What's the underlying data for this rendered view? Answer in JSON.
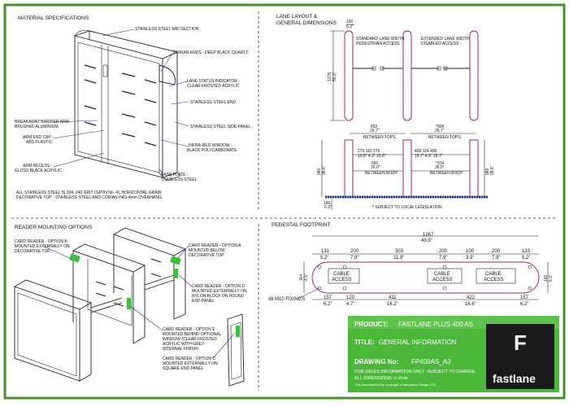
{
  "material_specs": {
    "heading": "MATERIAL SPECIFICATIONS",
    "labels": [
      "STAINLESS STEEL MID SECTION",
      "CORIAN ENDS - DEEP BLACK QUARTZ",
      "LANE STATUS INDICATOR -",
      "CLEAR FROSTED ACRYLIC",
      "STAINLESS STEEL END",
      "STAINLESS STEEL SIDE PANEL",
      "INFRA-RED WINDOW -",
      "BLACK POLYCARBONATE",
      "BASE PLATE -",
      "STAINLESS STEEL",
      "BREAKAWAY BARRIER ARM-",
      "BRUSHED ALUMINIUM",
      "ARM END CAP -",
      "ABS PLASTIC",
      "ARM RECESS -",
      "GLOSS BLACK ACRYLIC"
    ],
    "note": [
      "ALL STAINLESS STEEL IS 304, 240 GRIT (SATIN No. 4), HORIZONTAL GRAIN",
      "DECORATIVE TOP - STAINLESS STEEL AND CORIAN HAS 4mm OVERHANG",
      ""
    ]
  },
  "lane_layout": {
    "heading": [
      "LANE LAYOUT &",
      "GENERAL DIMENSIONS"
    ],
    "standard_lane": [
      "STANDARD LANE WIDTH",
      "PEDESTRIAN ACCESS"
    ],
    "extended_lane": [
      "EXTENDED LANE WIDTH",
      "DISABLED ACCESS"
    ],
    "between_tops": "BETWEEN TOPS",
    "between_body": "BETWEEN BODY",
    "note": "* SUBJECT TO LOCAL LEGISLATION",
    "dims": {
      "end_width_mm": "160",
      "end_width_in": "6.3\"",
      "length_mm": "1275",
      "length_in": "50.2\"",
      "tops_std_mm": "652",
      "tops_std_in": "25.7\"",
      "tops_ext_mm": "*906",
      "tops_ext_in": "35.7\"",
      "std_split_mm": "275  110  275",
      "std_split_in": "10.8\"  4.3\"  10.8\"",
      "ext_split_mm": "400   114   400",
      "ext_split_in": "15.7\"   4.5\"   15.7\"",
      "body_std_mm": "660",
      "body_std_in": "26.0\"",
      "body_ext_mm": "*914",
      "body_ext_in": "36.0\"",
      "height_mm": "980",
      "height_in": "38.6\"",
      "depth_mm": "160",
      "depth_in": "6.3\""
    }
  },
  "reader_mounting": {
    "heading": "READER MOUNTING OPTIONS",
    "option_b": [
      "CARD READER - OPTION B",
      "MOUNTED EXTERNALLY ON",
      "DECORATIVE TOP"
    ],
    "option_a": [
      "CARD READER - OPTION A",
      "MOUNTED BELOW",
      "DECORATIVE TOP"
    ],
    "option_d": [
      "CARD READER - OPTION D",
      "MOUNTED EXTERNALLY ON",
      "NYLON BLOCK ON ROUND",
      "END PANEL"
    ],
    "option_e": [
      "CARD READER - OPTION E",
      "MOUNTED BEHIND OPTIONAL",
      "WINDOW (CLEAR FROSTED",
      "ACRYLIC WITH GREY",
      "INTERNAL FINISH)"
    ],
    "option_c": [
      "CARD READER - OPTION C",
      "MOUNTED EXTERNALLY ON",
      "SQUARE END PANEL"
    ]
  },
  "pedestal": {
    "heading": "PEDESTAL FOOTPRINT",
    "overall_mm": "1267",
    "overall_in": "49.9\"",
    "top_dims": [
      {
        "mm": "131",
        "in": "5.2\""
      },
      {
        "mm": "200",
        "in": "7.9\""
      },
      {
        "mm": "303",
        "in": "11.9\""
      },
      {
        "mm": "200",
        "in": "7.9\""
      },
      {
        "mm": "100",
        "in": "3.9\""
      },
      {
        "mm": "200",
        "in": "7.9\""
      },
      {
        "mm": "133",
        "in": "5.2\""
      }
    ],
    "bottom_dims": [
      {
        "mm": "157",
        "in": "6.2\""
      },
      {
        "mm": "120",
        "in": "4.7\""
      },
      {
        "mm": "411",
        "in": "16.2\""
      },
      {
        "mm": "422",
        "in": "16.6\""
      },
      {
        "mm": "157",
        "in": "6.2\""
      }
    ],
    "side_left": {
      "mm": "114",
      "in": "4.5\""
    },
    "side_right": {
      "mm": "160",
      "in": "6.3\""
    },
    "cable_access": [
      "CABLE",
      "ACCESS"
    ],
    "fixings": "x8 M10 FIXINGS"
  },
  "title_block": {
    "product_label": "PRODUCT:",
    "product": "FASTLANE PLUS 400 AS",
    "title_label": "TITLE:",
    "title": "GENERAL INFORMATION",
    "drawing_label": "DRAWING No:",
    "drawing_no": "FP400AS_A3",
    "note_1": "FOR SALES INFORMATION ONLY -SUBJECT TO CHANGE",
    "note_2": "ALL DIMENSIONS  +/-2mm",
    "copyright": "This document is the copyright of Integrated Design LTD",
    "logo_letter": "F",
    "logo_word": "fastlane"
  }
}
